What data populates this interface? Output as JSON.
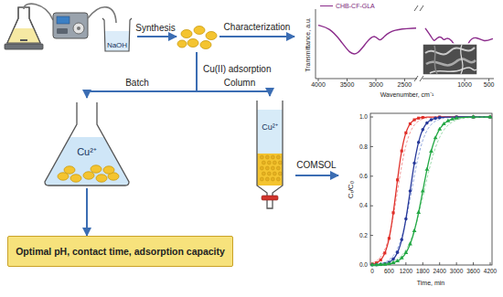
{
  "diagram": {
    "nodes": [
      {
        "text": [
          "NaOH"
        ]
      },
      {
        "text": [
          "Cu²⁺"
        ]
      },
      {
        "text": [
          "Cu²⁺"
        ]
      },
      {
        "text": [
          "Optimal pH, contact time, adsorption capacity"
        ]
      }
    ],
    "edges": [
      {
        "from": 1,
        "to": 3,
        "arrow": "to"
      }
    ],
    "labels": [
      "Synthesis",
      "Characterization",
      "Transmittance, a.u.",
      "4000",
      "3500",
      "3000",
      "2500",
      "1000",
      "500",
      "Wavenumber, cm⁻¹",
      "Cu(II) adsorption",
      "Batch",
      "Column",
      "COMSOL",
      "Cₜ/C₀",
      "0.0",
      "0.2",
      "0.4",
      "0.6",
      "0.8",
      "1.0",
      "0",
      "600",
      "1200",
      "1800",
      "2400",
      "3000",
      "3600",
      "4200",
      "Time, min"
    ],
    "legend": [
      {
        "text": "CHB-CF-GLA"
      }
    ]
  }
}
